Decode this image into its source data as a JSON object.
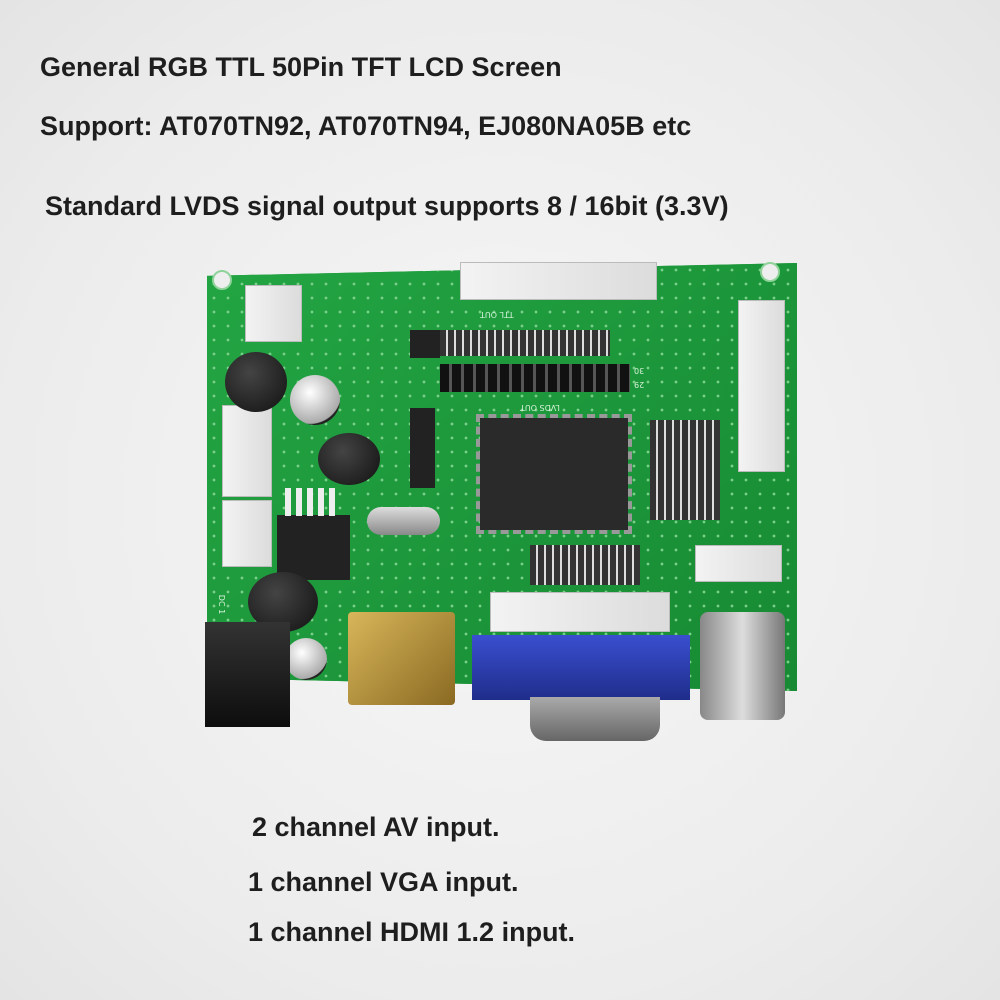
{
  "heading": {
    "line1": "General RGB TTL 50Pin TFT LCD Screen",
    "line2": "Support: AT070TN92, AT070TN94, EJ080NA05B etc",
    "line3": "Standard LVDS signal output supports 8 / 16bit (3.3V)"
  },
  "board_labels": {
    "ttl": "TTL OUT",
    "lvds": "LVDS OUT",
    "pin30": "30",
    "pin29": "29",
    "dc": "DC 1"
  },
  "features": {
    "av": "2 channel AV input.",
    "vga": "1 channel VGA input.",
    "hdmi": "1 channel HDMI 1.2 input."
  },
  "colors": {
    "pcb": "#1f9a3c",
    "vga_blue": "#2a3fb0",
    "hdmi_gold": "#b8963a"
  }
}
